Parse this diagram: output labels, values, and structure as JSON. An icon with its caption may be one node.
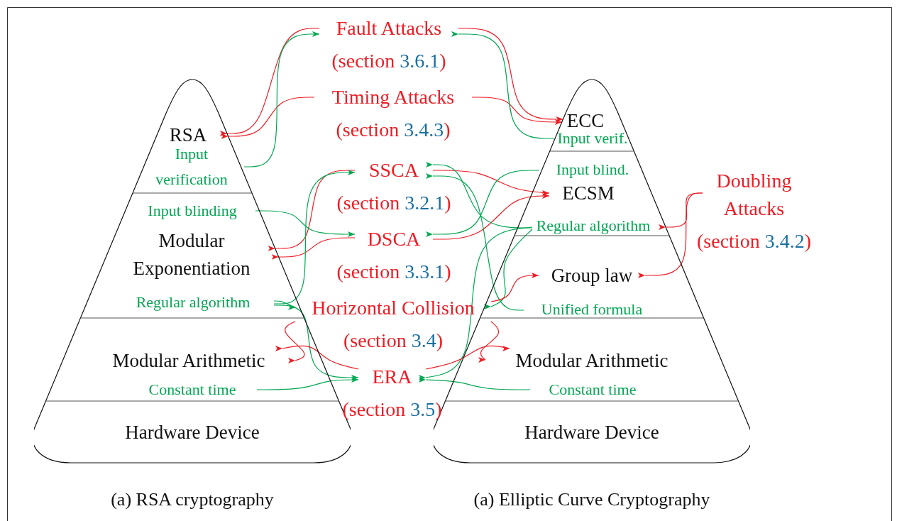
{
  "diagram": {
    "nodes": [
      {
        "text": [],
        "shape": "triangle",
        "beside": [
          "(a) RSA cryptography"
        ]
      },
      {
        "text": [
          "RSA"
        ],
        "in": 0
      },
      {
        "text": [
          "Input verification"
        ],
        "in": 1
      },
      {
        "text": [
          "Modular Exponentiation"
        ],
        "in": 0
      },
      {
        "text": [
          "Input blinding"
        ],
        "in": 3
      },
      {
        "text": [
          "Regular algorithm"
        ],
        "in": 3
      },
      {
        "text": [
          "Modular Arithmetic"
        ],
        "in": 0
      },
      {
        "text": [
          "Constant time"
        ],
        "in": 6
      },
      {
        "text": [
          "Hardware Device"
        ],
        "in": 0
      },
      {
        "text": [
          "Fault Attacks"
        ],
        "beside": [
          "(section 3.6.1)"
        ]
      },
      {
        "text": [
          "Timing Attacks"
        ],
        "beside": [
          "(section 3.4.3)"
        ]
      },
      {
        "text": [
          "SSCA"
        ],
        "beside": [
          "(section 3.2.1)"
        ]
      },
      {
        "text": [
          "DSCA"
        ],
        "beside": [
          "(section 3.3.1)"
        ]
      },
      {
        "text": [
          "Horizontal Collision"
        ],
        "beside": [
          "(section 3.4)"
        ]
      },
      {
        "text": [
          "ERA"
        ],
        "beside": [
          "(section 3.5)"
        ]
      },
      {
        "text": [],
        "shape": "triangle",
        "beside": [
          "(a) Elliptic Curve Cryptography"
        ]
      },
      {
        "text": [
          "ECC"
        ],
        "in": 15
      },
      {
        "text": [
          "Input verif."
        ],
        "in": 16
      },
      {
        "text": [
          "ECSM"
        ],
        "in": 15
      },
      {
        "text": [
          "Input blind."
        ],
        "in": 18
      },
      {
        "text": [
          "Regular algorithm"
        ],
        "in": 18
      },
      {
        "text": [
          "Group law"
        ],
        "in": 15
      },
      {
        "text": [
          "Unified formula"
        ],
        "in": 21
      },
      {
        "text": [
          "Modular Arithmetic"
        ],
        "in": 15
      },
      {
        "text": [
          "Constant time"
        ],
        "in": 23
      },
      {
        "text": [
          "Hardware Device"
        ],
        "in": 15
      },
      {
        "text": [
          "Doubling Attacks"
        ],
        "beside": [
          "(section 3.4.2)"
        ]
      }
    ],
    "edges": [
      {
        "from": 9,
        "to": 1,
        "arrow": "to",
        "color": "#ed1c24"
      },
      {
        "from": 10,
        "to": 1,
        "arrow": "to",
        "color": "#ed1c24"
      },
      {
        "from": 9,
        "to": 16,
        "arrow": "to",
        "color": "#ed1c24"
      },
      {
        "from": 10,
        "to": 16,
        "arrow": "to",
        "color": "#ed1c24"
      },
      {
        "from": 2,
        "to": 9,
        "arrow": "to",
        "color": "#00a651"
      },
      {
        "from": 17,
        "to": 9,
        "arrow": "to",
        "color": "#00a651"
      },
      {
        "from": 11,
        "to": 3,
        "arrow": "to",
        "color": "#ed1c24"
      },
      {
        "from": 12,
        "to": 3,
        "arrow": "to",
        "color": "#ed1c24"
      },
      {
        "from": 4,
        "to": 12,
        "arrow": "to",
        "color": "#00a651"
      },
      {
        "from": 5,
        "to": 11,
        "arrow": "to",
        "color": "#00a651"
      },
      {
        "from": 5,
        "to": 13,
        "arrow": "to",
        "color": "#00a651"
      },
      {
        "from": 5,
        "to": 14,
        "arrow": "to",
        "color": "#00a651"
      },
      {
        "from": 7,
        "to": 14,
        "arrow": "to",
        "color": "#00a651"
      },
      {
        "from": 13,
        "to": 6,
        "arrow": "to",
        "color": "#ed1c24"
      },
      {
        "from": 14,
        "to": 6,
        "arrow": "to",
        "color": "#ed1c24"
      },
      {
        "from": 11,
        "to": 18,
        "arrow": "to",
        "color": "#ed1c24"
      },
      {
        "from": 12,
        "to": 18,
        "arrow": "to",
        "color": "#ed1c24"
      },
      {
        "from": 19,
        "to": 12,
        "arrow": "to",
        "color": "#00a651"
      },
      {
        "from": 20,
        "to": 11,
        "arrow": "to",
        "color": "#00a651"
      },
      {
        "from": 22,
        "to": 11,
        "arrow": "to",
        "color": "#00a651"
      },
      {
        "from": 20,
        "to": 13,
        "arrow": "to",
        "color": "#00a651"
      },
      {
        "from": 20,
        "to": 14,
        "arrow": "to",
        "color": "#00a651"
      },
      {
        "from": 24,
        "to": 14,
        "arrow": "to",
        "color": "#00a651"
      },
      {
        "from": 13,
        "to": 21,
        "arrow": "to",
        "color": "#ed1c24"
      },
      {
        "from": 13,
        "to": 23,
        "arrow": "to",
        "color": "#ed1c24"
      },
      {
        "from": 14,
        "to": 23,
        "arrow": "to",
        "color": "#ed1c24"
      },
      {
        "from": 26,
        "to": 18,
        "arrow": "to",
        "color": "#ed1c24"
      },
      {
        "from": 26,
        "to": 21,
        "arrow": "to",
        "color": "#ed1c24"
      }
    ]
  }
}
